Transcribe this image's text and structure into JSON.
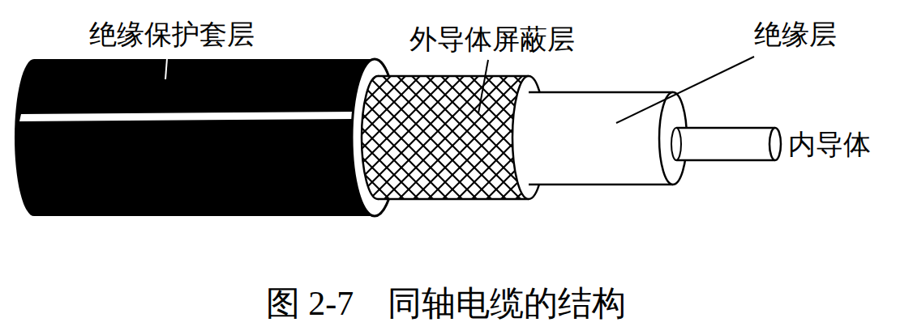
{
  "diagram": {
    "caption": "图 2-7　同轴电缆的结构",
    "labels": [
      "绝缘保护套层",
      "外导体屏蔽层",
      "绝缘层",
      "内导体"
    ]
  }
}
